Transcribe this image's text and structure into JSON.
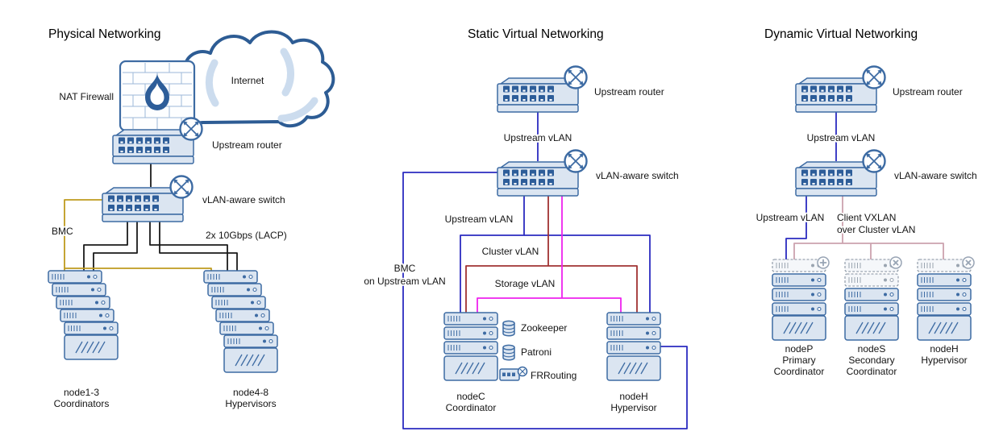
{
  "colors": {
    "device_outline": "#3d6ba3",
    "device_fill": "#dbe5f1",
    "cloud_outline": "#2d5c94",
    "cloud_swoosh": "#ccdcee",
    "physical_link": "#1a1a1a",
    "bmc_link": "#bf9b1f",
    "upstream_vlan_link": "#2b2bc0",
    "cluster_vlan_link": "#a03232",
    "storage_vlan_link": "#ee22ee",
    "client_vxlan_link": "#cca2ae",
    "ghost_gray": "#9aa4b0"
  },
  "icons": {
    "internet": "cloud-icon",
    "nat_firewall": "flame-firewall-icon",
    "router": "circle-arrows-icon",
    "switch": "ethernet-switch-icon",
    "server": "rack-server-icon",
    "server_base": "hatched-server-icon",
    "database": "database-cylinder-icon",
    "frrouting": "mini-router-icon",
    "node_create": "plus-circle-icon",
    "node_delete": "cross-circle-icon"
  },
  "panels": {
    "physical": {
      "title": "Physical Networking",
      "internet_label": "Internet",
      "nat_firewall_label": "NAT Firewall",
      "upstream_router_label": "Upstream router",
      "vlan_switch_label": "vLAN-aware switch",
      "bmc_label": "BMC",
      "lacp_label": "2x 10Gbps (LACP)",
      "coordinators_name": "node1-3",
      "coordinators_role": "Coordinators",
      "hypervisors_name": "node4-8",
      "hypervisors_role": "Hypervisors"
    },
    "static_virtual": {
      "title": "Static Virtual Networking",
      "upstream_router_label": "Upstream router",
      "upstream_vlan_trunk_label": "Upstream vLAN",
      "vlan_switch_label": "vLAN-aware switch",
      "upstream_vlan_label": "Upstream vLAN",
      "cluster_vlan_label": "Cluster vLAN",
      "storage_vlan_label": "Storage vLAN",
      "bmc_label_line1": "BMC",
      "bmc_label_line2": "on Upstream vLAN",
      "zookeeper_label": "Zookeeper",
      "patroni_label": "Patroni",
      "frrouting_label": "FRRouting",
      "nodec_name": "nodeC",
      "nodec_role": "Coordinator",
      "nodeh_name": "nodeH",
      "nodeh_role": "Hypervisor"
    },
    "dynamic_virtual": {
      "title": "Dynamic Virtual Networking",
      "upstream_router_label": "Upstream router",
      "upstream_vlan_trunk_label": "Upstream vLAN",
      "vlan_switch_label": "vLAN-aware switch",
      "upstream_vlan_label": "Upstream vLAN",
      "client_vxlan_label_line1": "Client VXLAN",
      "client_vxlan_label_line2": "over Cluster vLAN",
      "nodep_name": "nodeP",
      "nodep_role_line1": "Primary",
      "nodep_role_line2": "Coordinator",
      "nodes_name": "nodeS",
      "nodes_role_line1": "Secondary",
      "nodes_role_line2": "Coordinator",
      "nodeh_name": "nodeH",
      "nodeh_role": "Hypervisor"
    }
  }
}
